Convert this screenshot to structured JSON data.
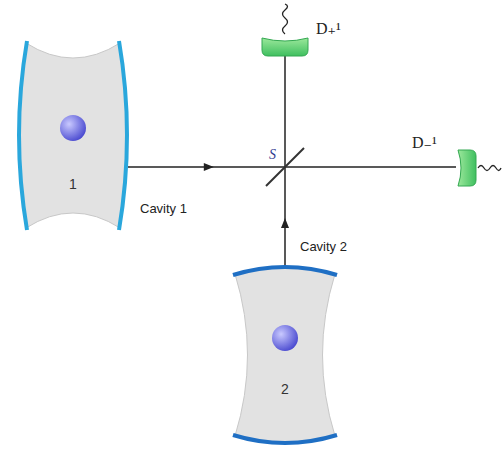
{
  "diagram": {
    "nodes": [
      {
        "text": [
          "D₊¹"
        ]
      },
      {
        "text": [
          "1",
          "Cavity 1"
        ]
      },
      {
        "text": [
          "S"
        ]
      },
      {
        "text": [
          "D₋¹"
        ]
      },
      {
        "text": [
          "2",
          "Cavity 2"
        ]
      }
    ],
    "edges": [
      {
        "from": 1,
        "to": 2,
        "arrow": "to"
      },
      {
        "from": 4,
        "to": 2,
        "arrow": "to"
      },
      {
        "from": 2,
        "to": 0,
        "arrow": "none"
      },
      {
        "from": 2,
        "to": 3,
        "arrow": "none"
      }
    ]
  }
}
